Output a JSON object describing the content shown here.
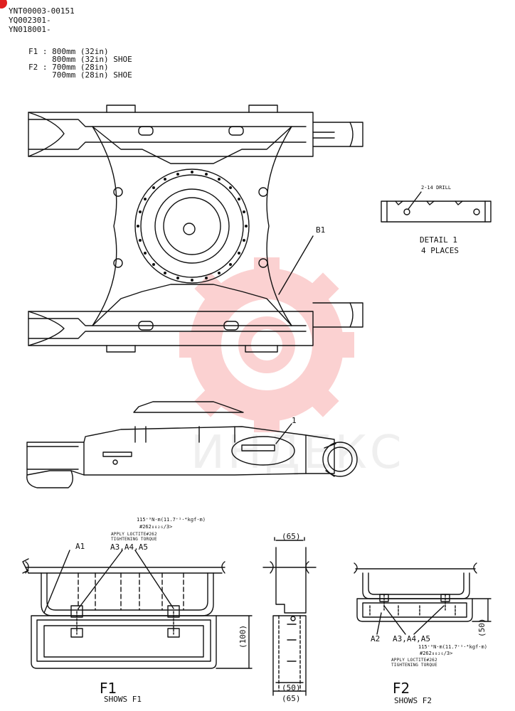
{
  "header": {
    "serials": [
      "YNT00003-00151",
      "YQ002301-",
      "YN018001-"
    ]
  },
  "spec": {
    "lines": [
      "F1 : 800mm (32in)",
      "     800mm (32in) SHOE",
      "F2 : 700mm (28in)",
      "     700mm (28in) SHOE"
    ]
  },
  "labels": {
    "b1": "B1",
    "one": "1",
    "a1": "A1",
    "a345_f1": "A3,A4,A5",
    "a2": "A2",
    "a345_f2": "A3,A4,A5"
  },
  "detail": {
    "drill": "2-14 DRILL",
    "title": "DETAIL 1",
    "places": "4 PLACES"
  },
  "torque_f1": {
    "value": "115⁺⁹N·m(11.7⁺¹·⁴kgf·m)",
    "part": "#262₈₈₂₆/3>",
    "note1": "APPLY LOCTITE#262",
    "note2": "TIGHTENING TORQUE"
  },
  "torque_f2": {
    "value": "115⁺⁹N·m(11.7⁺¹·⁴kgf·m)",
    "part": "#262₈₈₂₆/3>",
    "note1": "APPLY LOCTITE#262",
    "note2": "TIGHTENING TORQUE"
  },
  "dims": {
    "d100": "(100)",
    "d65_top": "(65)",
    "d50_mid": "(50)",
    "d65_bot": "(65)",
    "d50_f2": "(50)"
  },
  "captions": {
    "f1_big": "F1",
    "f1_small": "SHOWS F1",
    "f2_big": "F2",
    "f2_small": "SHOWS F2"
  },
  "watermark": {
    "text": "ИНДЕКС"
  }
}
